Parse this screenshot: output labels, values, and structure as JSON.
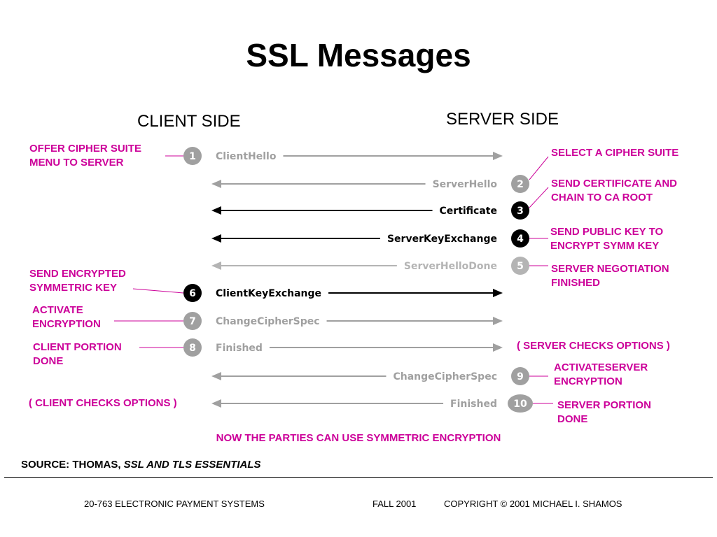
{
  "title": "SSL Messages",
  "client_side": "CLIENT SIDE",
  "server_side": "SERVER SIDE",
  "colors": {
    "annotation": "#cc0099",
    "dark": "#000000",
    "grey": "#a0a0a0",
    "light": "#b4b4b4"
  },
  "messages": [
    {
      "num": "1",
      "label": "ClientHello",
      "direction": "client-to-server",
      "shade": "grey"
    },
    {
      "num": "2",
      "label": "ServerHello",
      "direction": "server-to-client",
      "shade": "grey"
    },
    {
      "num": "3",
      "label": "Certificate",
      "direction": "server-to-client",
      "shade": "dark"
    },
    {
      "num": "4",
      "label": "ServerKeyExchange",
      "direction": "server-to-client",
      "shade": "dark"
    },
    {
      "num": "5",
      "label": "ServerHelloDone",
      "direction": "server-to-client",
      "shade": "light"
    },
    {
      "num": "6",
      "label": "ClientKeyExchange",
      "direction": "client-to-server",
      "shade": "dark"
    },
    {
      "num": "7",
      "label": "ChangeCipherSpec",
      "direction": "client-to-server",
      "shade": "grey"
    },
    {
      "num": "8",
      "label": "Finished",
      "direction": "client-to-server",
      "shade": "grey"
    },
    {
      "num": "9",
      "label": "ChangeCipherSpec",
      "direction": "server-to-client",
      "shade": "grey"
    },
    {
      "num": "10",
      "label": "Finished",
      "direction": "server-to-client",
      "shade": "grey"
    }
  ],
  "annotations": {
    "client_1": [
      "OFFER CIPHER SUITE",
      "MENU TO SERVER"
    ],
    "client_6": [
      "SEND ENCRYPTED",
      "SYMMETRIC KEY"
    ],
    "client_7": [
      "ACTIVATE",
      "ENCRYPTION"
    ],
    "client_8": [
      "CLIENT PORTION",
      "DONE"
    ],
    "client_checks": "( CLIENT CHECKS OPTIONS )",
    "server_2": "SELECT A CIPHER SUITE",
    "server_3": [
      "SEND CERTIFICATE AND",
      "CHAIN TO CA ROOT"
    ],
    "server_4": [
      "SEND PUBLIC KEY TO",
      "ENCRYPT SYMM KEY"
    ],
    "server_5": [
      "SERVER NEGOTIATION",
      "FINISHED"
    ],
    "server_checks": "( SERVER CHECKS OPTIONS )",
    "server_9": [
      "ACTIVATESERVER",
      "ENCRYPTION"
    ],
    "server_10": [
      "SERVER PORTION",
      "DONE"
    ]
  },
  "conclusion": "NOW THE PARTIES CAN USE SYMMETRIC ENCRYPTION",
  "source": {
    "prefix": "SOURCE: THOMAS,",
    "book": "SSL AND TLS ESSENTIALS"
  },
  "footer": {
    "course": "20-763 ELECTRONIC PAYMENT SYSTEMS",
    "term": "FALL 2001",
    "copyright": "COPYRIGHT © 2001 MICHAEL I. SHAMOS"
  }
}
